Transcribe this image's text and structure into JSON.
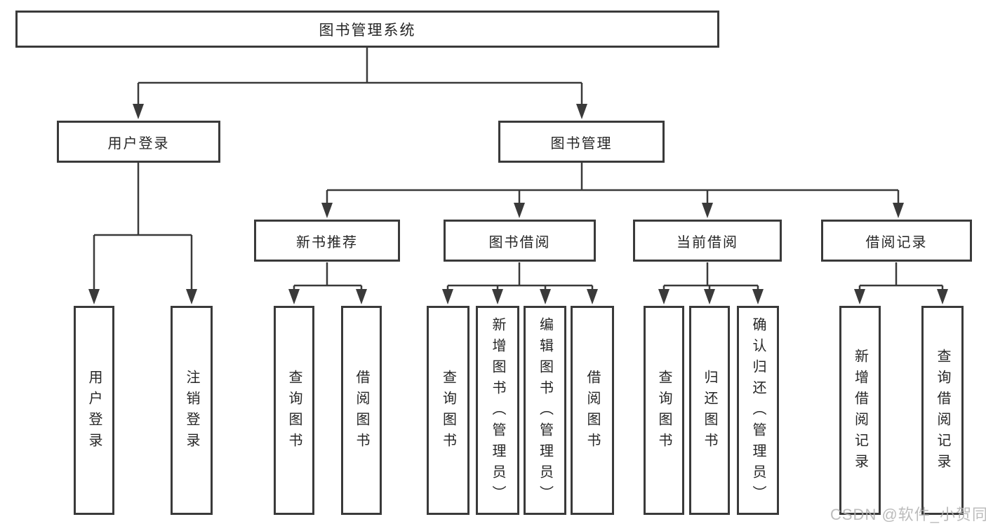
{
  "diagram": {
    "root": {
      "label": "图书管理系统"
    },
    "branches": [
      {
        "label": "用户登录",
        "children": [
          {
            "label": "用户登录"
          },
          {
            "label": "注销登录"
          }
        ]
      },
      {
        "label": "图书管理",
        "children": [
          {
            "label": "新书推荐",
            "children": [
              {
                "label": "查询图书"
              },
              {
                "label": "借阅图书"
              }
            ]
          },
          {
            "label": "图书借阅",
            "children": [
              {
                "label": "查询图书"
              },
              {
                "label": "新增图书（管理员）"
              },
              {
                "label": "编辑图书（管理员）"
              },
              {
                "label": "借阅图书"
              }
            ]
          },
          {
            "label": "当前借阅",
            "children": [
              {
                "label": "查询图书"
              },
              {
                "label": "归还图书"
              },
              {
                "label": "确认归还（管理员）"
              }
            ]
          },
          {
            "label": "借阅记录",
            "children": [
              {
                "label": "新增借阅记录"
              },
              {
                "label": "查询借阅记录"
              }
            ]
          }
        ]
      }
    ]
  },
  "watermark": {
    "text": "CSDN @软件_小贺同学"
  },
  "colors": {
    "line": "#3a3a3a",
    "text": "#262626",
    "background": "#ffffff",
    "watermark": "#b0b0b0"
  }
}
